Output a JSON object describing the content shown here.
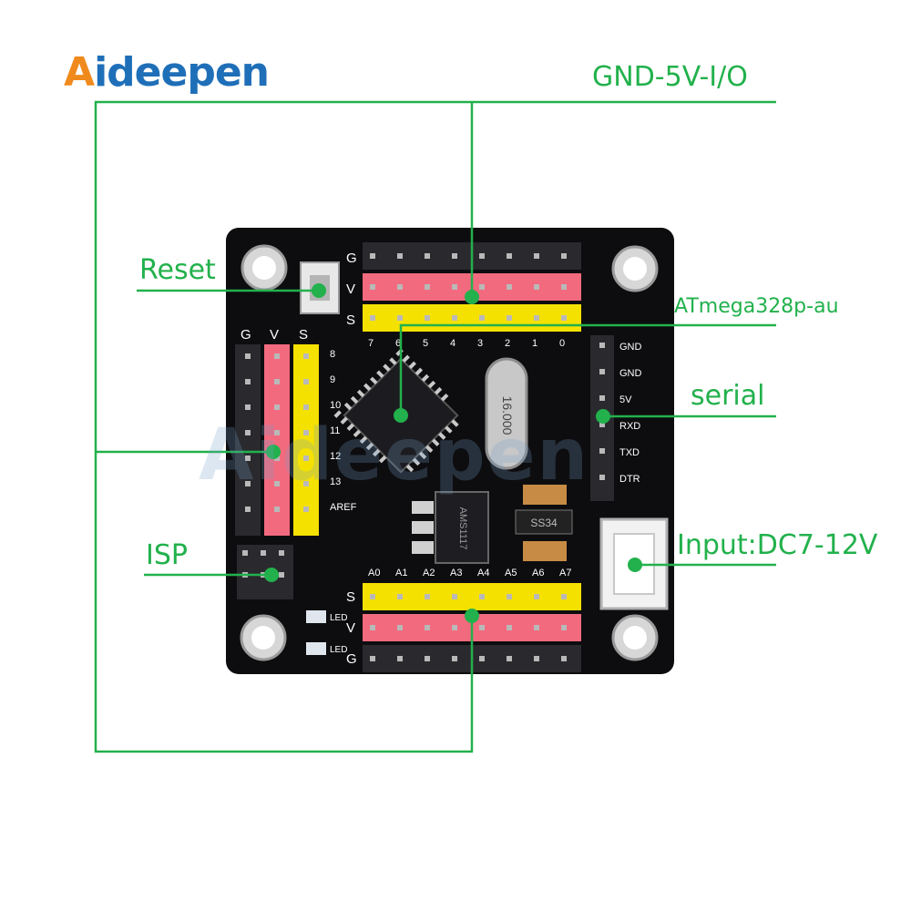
{
  "logo": {
    "first": "A",
    "rest": "ideepen"
  },
  "watermark": "Aideepen",
  "labels": {
    "gnd_5v_io": "GND-5V-I/O",
    "reset": "Reset",
    "atmega": "ATmega328p-au",
    "serial": "serial",
    "isp": "ISP",
    "input": "Input:DC7-12V"
  },
  "board": {
    "top_header_letters": [
      "G",
      "V",
      "S"
    ],
    "top_pin_numbers": [
      "7",
      "6",
      "5",
      "4",
      "3",
      "2",
      "1",
      "0"
    ],
    "left_header_letters": [
      "G",
      "V",
      "S"
    ],
    "left_pin_numbers": [
      "8",
      "9",
      "10",
      "11",
      "12",
      "13",
      "AREF"
    ],
    "bottom_pin_numbers": [
      "A0",
      "A1",
      "A2",
      "A3",
      "A4",
      "A5",
      "A6",
      "A7"
    ],
    "bottom_header_letters": [
      "S",
      "V",
      "G"
    ],
    "serial_pins": [
      "GND",
      "GND",
      "5V",
      "RXD",
      "TXD",
      "DTR"
    ],
    "crystal_text": "16.000",
    "regulator_text": "AMS1117",
    "diode_text": "SS34",
    "led_labels": [
      "LED",
      "LED"
    ]
  },
  "colors": {
    "callout": "#22b14c",
    "board": "#0d0d0f",
    "red_header": "#f26a7e",
    "yellow_header": "#f5e100",
    "black_header": "#2a2a2e"
  }
}
